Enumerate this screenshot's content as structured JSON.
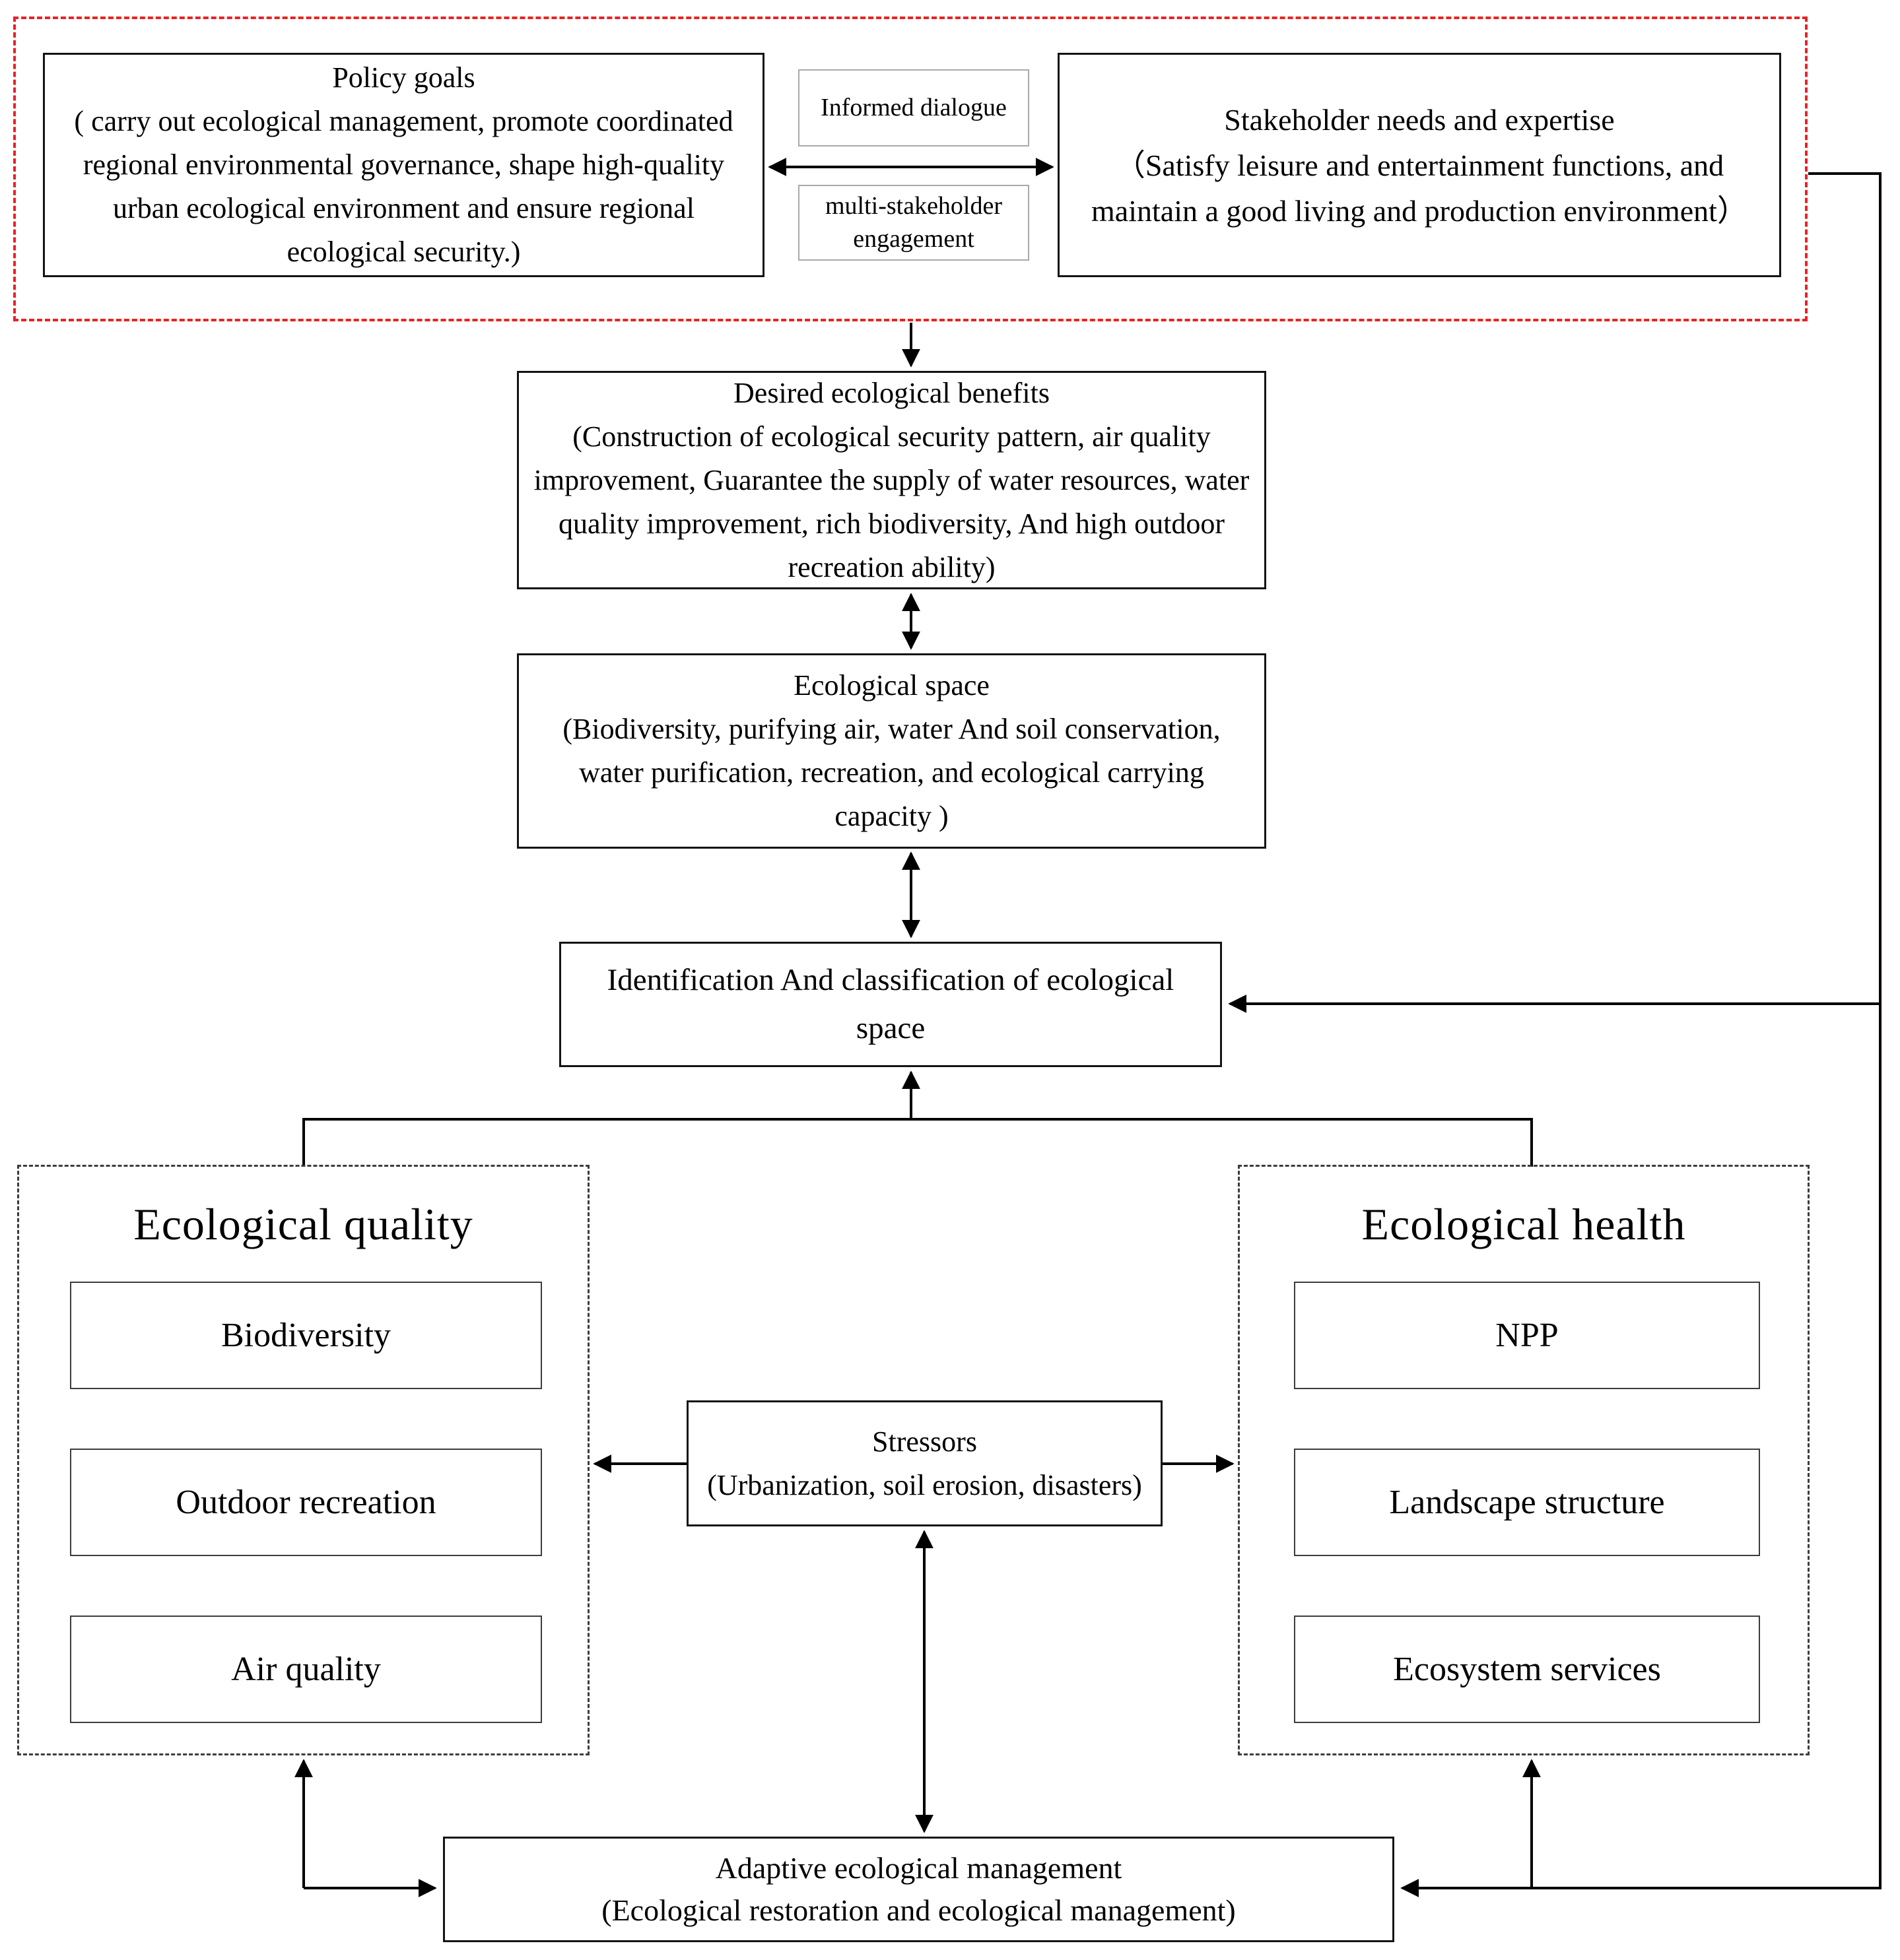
{
  "figure": {
    "colors": {
      "accent_red": "#e82323",
      "line": "#000000",
      "gray_border": "#a9a9a9",
      "dash_border": "#3d3d3d"
    },
    "policy_goals": {
      "title": "Policy goals",
      "body": "( carry out  ecological management, promote coordinated regional environmental governance, shape high-quality urban ecological environment and ensure regional ecological security.)"
    },
    "informed_dialogue": {
      "label": "Informed dialogue"
    },
    "multi_stakeholder": {
      "label": "multi-stakeholder engagement"
    },
    "stakeholder": {
      "title": "Stakeholder needs and expertise",
      "body": "（Satisfy leisure and entertainment functions, and maintain a good living and production environment）"
    },
    "desired_benefits": {
      "title": "Desired ecological benefits",
      "body": "(Construction of ecological security pattern, air quality improvement, Guarantee the supply of water resources, water quality improvement, rich biodiversity, And high outdoor recreation ability)"
    },
    "ecological_space": {
      "title": "Ecological space",
      "body": "(Biodiversity, purifying air, water And soil conservation, water purification,  recreation, and ecological carrying capacity  )"
    },
    "identification": {
      "label": "Identification And classification of ecological space"
    },
    "ecological_quality": {
      "title": "Ecological quality",
      "items": [
        "Biodiversity",
        "Outdoor recreation",
        "Air quality"
      ]
    },
    "ecological_health": {
      "title": "Ecological health",
      "items": [
        "NPP",
        "Landscape structure",
        "Ecosystem services"
      ]
    },
    "stressors": {
      "title": "Stressors",
      "body": "(Urbanization, soil erosion, disasters)"
    },
    "adaptive_management": {
      "title": "Adaptive ecological management",
      "body": "(Ecological restoration and ecological management)"
    }
  }
}
